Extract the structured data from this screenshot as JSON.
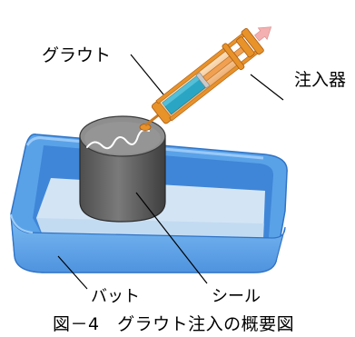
{
  "labels": {
    "grout": "グラウト",
    "injector": "注入器",
    "vat": "バット",
    "seal": "シール"
  },
  "caption": "図－4　グラウト注入の概要図",
  "colors": {
    "tray": "#6bb0ee",
    "tray_dark": "#3d7fd0",
    "tray_floor": "#cfe3f6",
    "specimen": "#6a6a6a",
    "specimen_top": "#8c8c8c",
    "syringe_frame": "#e8922a",
    "syringe_barrel": "#f4c48a",
    "grout_fill": "#2aa6c4",
    "plunger_arrow": "#f2a8a8"
  }
}
